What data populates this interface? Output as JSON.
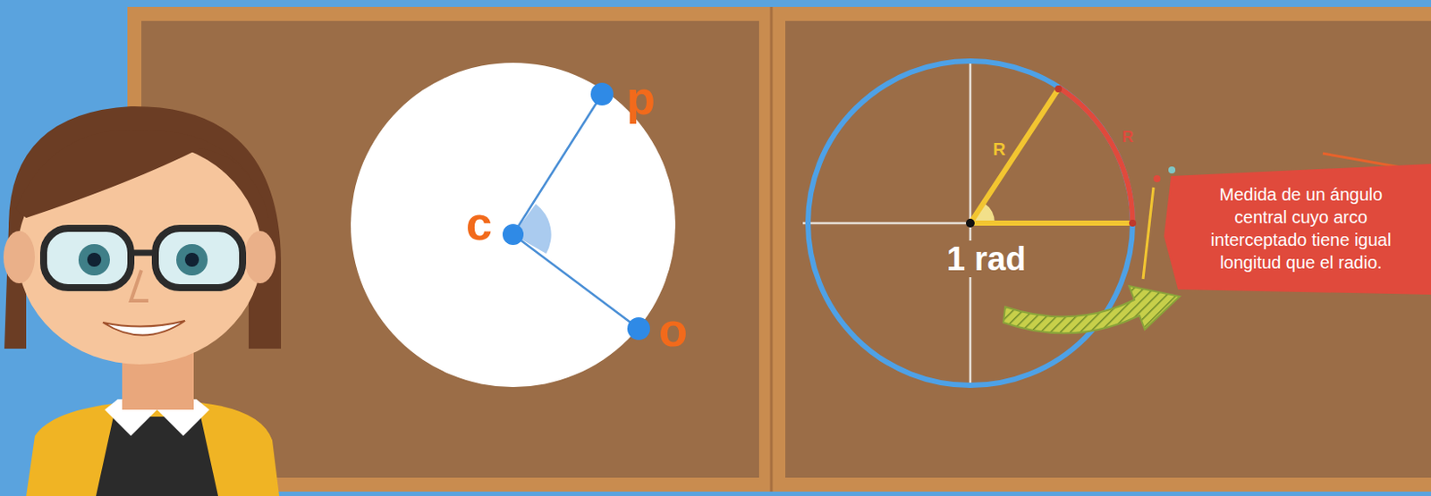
{
  "diagram": {
    "nodes": [
      {
        "text": [
          "Medida de un ángulo central cuyo arco interceptado tiene igual longitud que el radio."
        ]
      }
    ],
    "labels": [
      "p",
      "c",
      "o",
      "R",
      "R",
      "1 rad"
    ]
  }
}
